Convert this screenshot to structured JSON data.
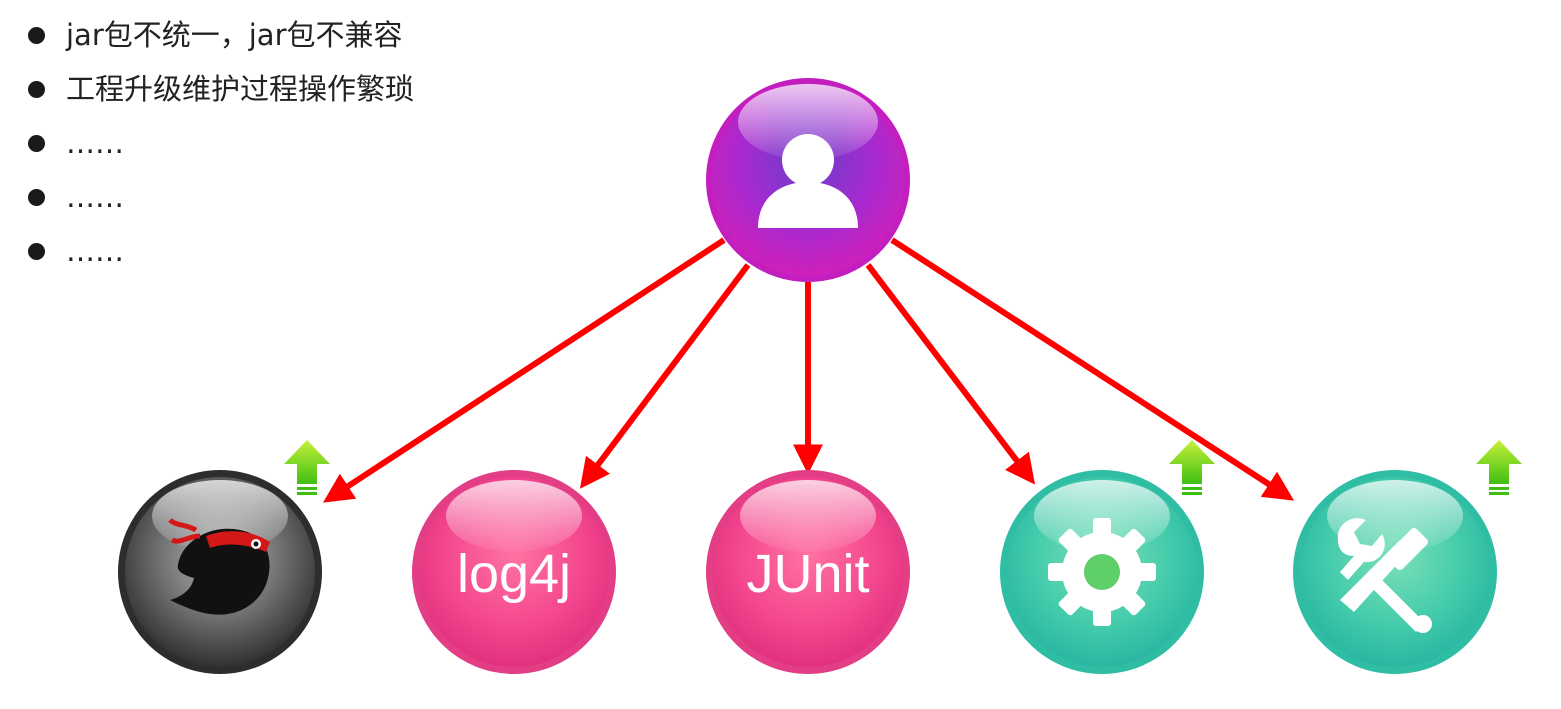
{
  "bullets": [
    "jar包不统一，jar包不兼容",
    "工程升级维护过程操作繁琐",
    "……",
    "……",
    "……"
  ],
  "nodes": {
    "center": {
      "icon": "user-icon",
      "color": "#b41fc0"
    },
    "deps": [
      {
        "id": "mybatis",
        "icon": "ninja-bird-icon",
        "color": "#3a3a3a",
        "upgrade": true
      },
      {
        "id": "log4j",
        "label": "log4j",
        "color": "#f0428e",
        "upgrade": false
      },
      {
        "id": "junit",
        "label": "JUnit",
        "color": "#f0428e",
        "upgrade": false
      },
      {
        "id": "settings",
        "icon": "gear-icon",
        "color": "#3cc7a9",
        "upgrade": true
      },
      {
        "id": "tools",
        "icon": "wrench-screwdriver-icon",
        "color": "#3cc7a9",
        "upgrade": true
      }
    ]
  },
  "colors": {
    "arrow": "#ff0000",
    "upgrade_arrow": "#6cd11a"
  }
}
